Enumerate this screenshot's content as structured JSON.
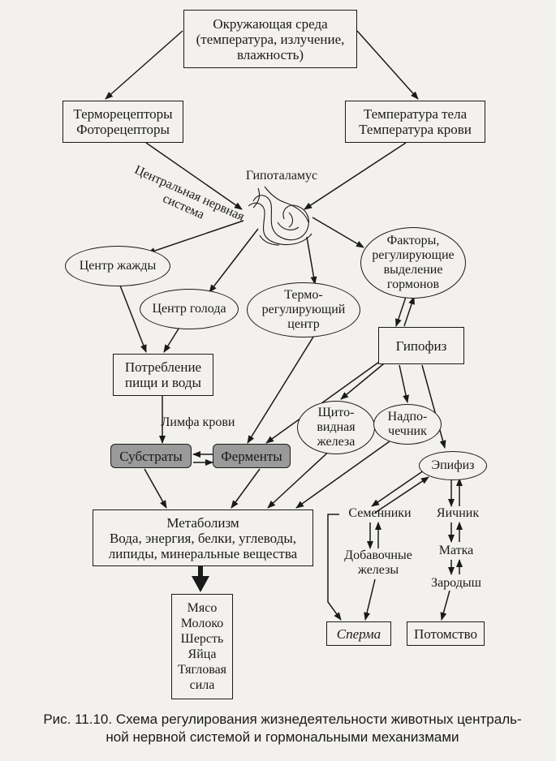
{
  "nodes": {
    "environment": "Окружающая среда\n(температура, излучение,\nвлажность)",
    "receptors": "Терморецепторы\nФоторецепторы",
    "body_temp": "Температура тела\nТемпература крови",
    "cns": "Центральная нервная\nсистема",
    "hypothalamus": "Гипоталамус",
    "thirst": "Центр жажды",
    "hunger": "Центр голода",
    "thermo": "Термо-\nрегулирующий\nцентр",
    "factors": "Факторы,\nрегулирующие\nвыделение\nгормонов",
    "pituitary": "Гипофиз",
    "consumption": "Потребление\nпищи и воды",
    "lymph": "Лимфа крови",
    "thyroid": "Щито-\nвидная\nжелеза",
    "adrenal": "Надпо-\nчечник",
    "substrates": "Субстраты",
    "enzymes": "Ферменты",
    "epiphysis": "Эпифиз",
    "metabolism": "Метаболизм\nВода, энергия, белки, углеводы,\nлипиды, минеральные вещества",
    "testes": "Семенники",
    "ovary": "Яичник",
    "accessory": "Добавочные\nжелезы",
    "uterus": "Матка",
    "embryo": "Зародыш",
    "products": "Мясо\nМолоко\nШерсть\nЯйца\nТягловая\nсила",
    "sperm": "Сперма",
    "offspring": "Потомство"
  },
  "caption": "Рис. 11.10. Схема регулирования жизнедеятельности животных централь-\nной нервной системой и гормональными механизмами"
}
